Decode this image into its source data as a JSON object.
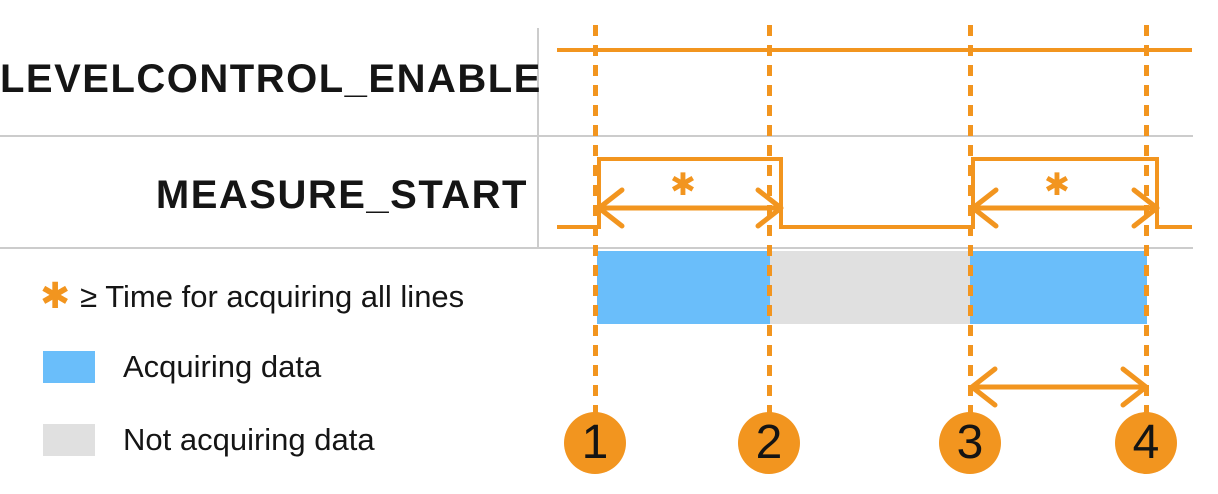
{
  "signals": [
    {
      "name": "LEVELCONTROL_ENABLE"
    },
    {
      "name": "MEASURE_START"
    }
  ],
  "annotations": {
    "asterisk": "✱"
  },
  "legend": {
    "note_symbol": "✱",
    "note_text": "≥ Time for acquiring all lines",
    "items": [
      {
        "label": "Acquiring data",
        "color": "#6ABEFA"
      },
      {
        "label": "Not acquiring data",
        "color": "#E0E0E0"
      }
    ]
  },
  "markers": [
    {
      "label": "1"
    },
    {
      "label": "2"
    },
    {
      "label": "3"
    },
    {
      "label": "4"
    }
  ],
  "colors": {
    "accent_orange": "#F2951F",
    "acquiring_blue": "#6ABEFA",
    "not_acquiring_gray": "#E0E0E0",
    "grid_gray": "#CCCCCC",
    "text_black": "#151515"
  }
}
